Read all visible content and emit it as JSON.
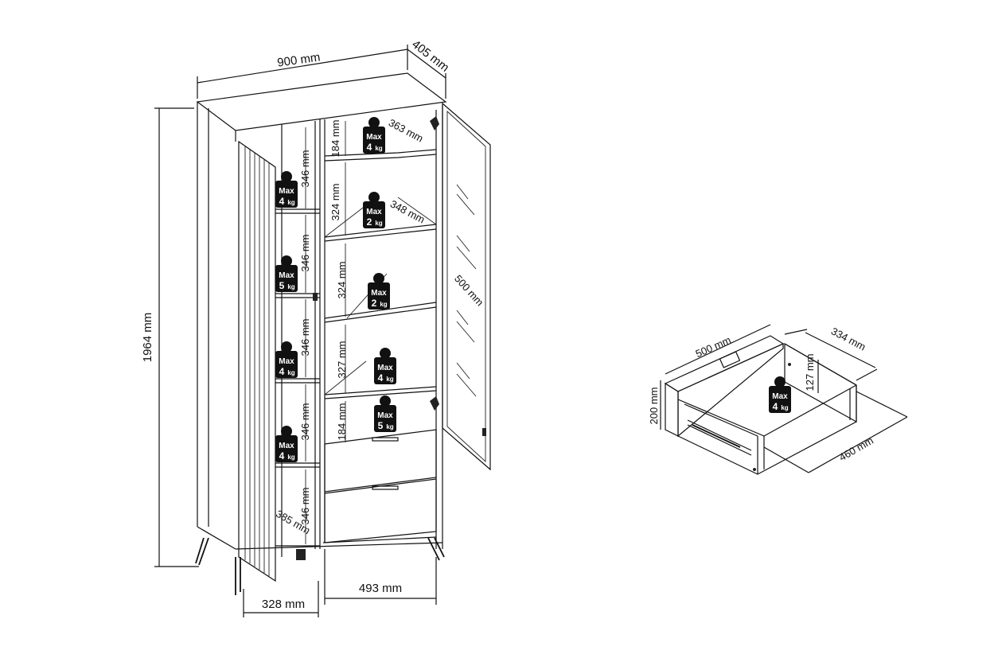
{
  "cabinet": {
    "width": "900 mm",
    "depth": "405 mm",
    "height": "1964 mm",
    "door_width": "328 mm",
    "right_inner_width": "493 mm",
    "door_depth": "385 mm",
    "shelf_depth_top": "363 mm",
    "shelf_depth_mid": "348 mm",
    "glass_door_width": "500 mm",
    "left_heights": [
      "346 mm",
      "346 mm",
      "346 mm",
      "346 mm",
      "346 mm"
    ],
    "right_heights": [
      "184 mm",
      "324 mm",
      "324 mm",
      "327 mm",
      "184 mm"
    ]
  },
  "load_badges": {
    "left": [
      {
        "max": "Max",
        "value": "4",
        "unit": "kg"
      },
      {
        "max": "Max",
        "value": "5",
        "unit": "kg"
      },
      {
        "max": "Max",
        "value": "4",
        "unit": "kg"
      },
      {
        "max": "Max",
        "value": "4",
        "unit": "kg"
      }
    ],
    "right": [
      {
        "max": "Max",
        "value": "4",
        "unit": "kg"
      },
      {
        "max": "Max",
        "value": "2",
        "unit": "kg"
      },
      {
        "max": "Max",
        "value": "2",
        "unit": "kg"
      },
      {
        "max": "Max",
        "value": "4",
        "unit": "kg"
      },
      {
        "max": "Max",
        "value": "5",
        "unit": "kg"
      }
    ],
    "drawer": {
      "max": "Max",
      "value": "4",
      "unit": "kg"
    }
  },
  "drawer": {
    "width": "500 mm",
    "height": "200 mm",
    "inner_width": "334 mm",
    "inner_height": "127 mm",
    "depth": "460 mm"
  }
}
